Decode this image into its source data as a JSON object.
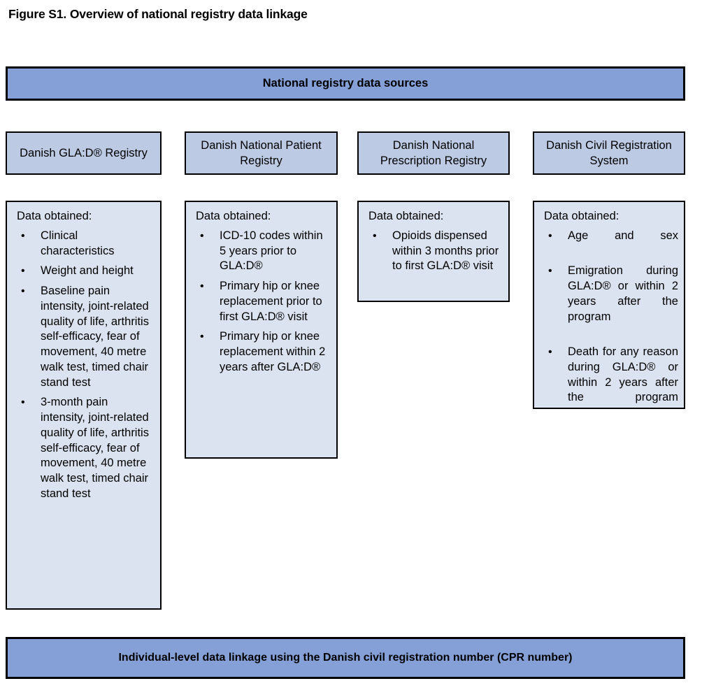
{
  "figure": {
    "title": "Figure S1. Overview of national registry data linkage"
  },
  "colors": {
    "band_fill": "#85A0D6",
    "header_fill": "#BCCAE4",
    "body_fill": "#DCE3F0",
    "border": "#000000",
    "page_background": "#FFFFFF"
  },
  "top_band": {
    "label": "National registry data sources"
  },
  "bottom_band": {
    "label": "Individual-level data linkage using the Danish civil registration number (CPR number)"
  },
  "registries": [
    {
      "name": "Danish GLA:D® Registry",
      "body_label": "Data obtained:",
      "align": "left",
      "items": [
        "Clinical characteristics",
        "Weight and height",
        "Baseline pain intensity, joint-related quality of life, arthritis self-efficacy, fear of movement, 40 metre walk test, timed chair stand test",
        "3-month pain intensity, joint-related quality of life, arthritis self-efficacy, fear of movement, 40 metre walk test, timed chair stand test"
      ]
    },
    {
      "name": "Danish National Patient Registry",
      "body_label": "Data obtained:",
      "align": "left",
      "items": [
        "ICD-10 codes within 5 years prior to GLA:D®",
        "Primary hip or knee replacement prior to first GLA:D® visit",
        "Primary hip or knee replacement within 2 years after GLA:D®"
      ]
    },
    {
      "name": "Danish National Prescription Registry",
      "body_label": "Data obtained:",
      "align": "left",
      "items": [
        "Opioids dispensed within 3 months prior to first GLA:D® visit"
      ]
    },
    {
      "name": "Danish Civil Registration System",
      "body_label": "Data obtained:",
      "align": "justify",
      "items": [
        "Age and sex",
        "Emigration during GLA:D® or within 2 years after the program",
        "Death for any reason during GLA:D® or within 2 years after the program"
      ]
    }
  ],
  "bullet_glyph": "•"
}
